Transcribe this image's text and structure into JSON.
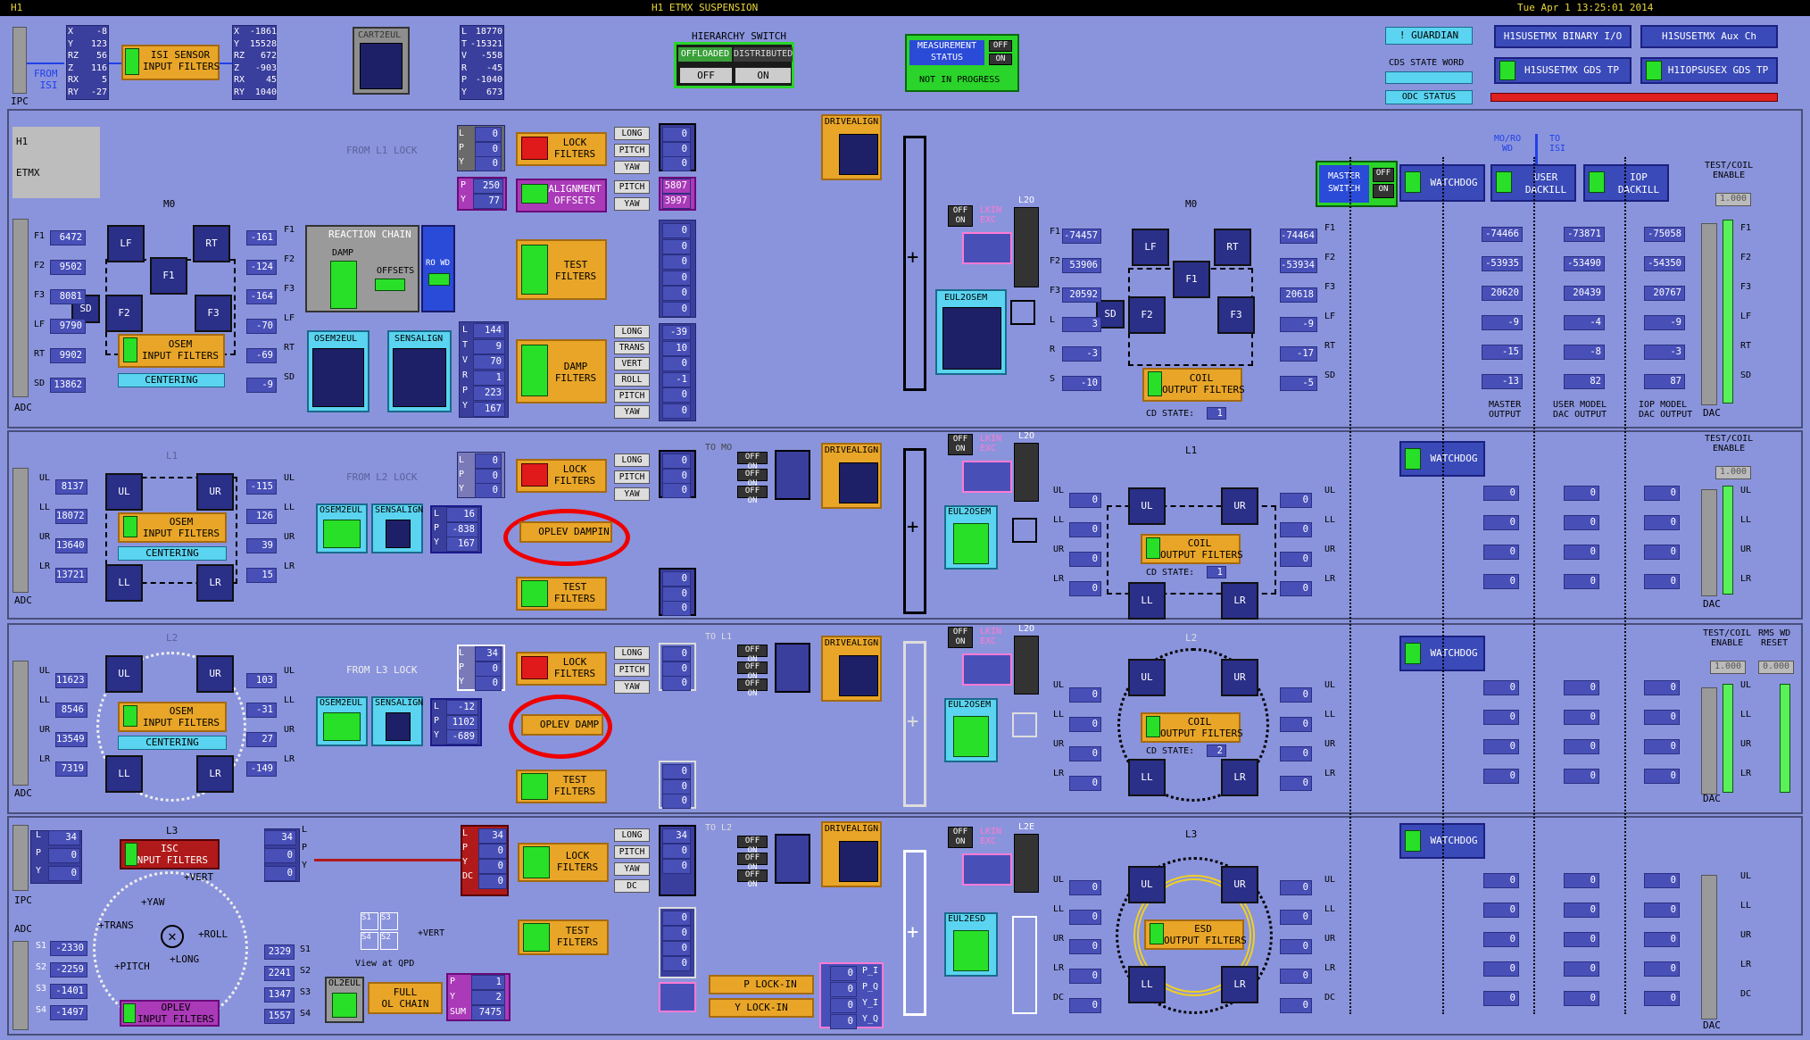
{
  "topbar": {
    "left": "H1",
    "title": "H1 ETMX SUSPENSION",
    "clock": "Tue Apr  1 13:25:01 2014"
  },
  "isi_in": {
    "labels": [
      "X",
      "Y",
      "RZ",
      "Z",
      "RX",
      "RY"
    ],
    "values": [
      "-8",
      "123",
      "56",
      "116",
      "5",
      "-27"
    ],
    "from": "FROM",
    "isi": "ISI",
    "ipc": "IPC",
    "sensor": "ISI SENSOR\nINPUT FILTERS"
  },
  "isi_out": {
    "labels": [
      "X",
      "Y",
      "RZ",
      "Z",
      "RX",
      "RY"
    ],
    "values": [
      "-1861",
      "15528",
      "672",
      "-903",
      "45",
      "1040"
    ]
  },
  "cart2eul": "CART2EUL",
  "cart_out": {
    "labels": [
      "L",
      "T",
      "V",
      "R",
      "P",
      "Y"
    ],
    "values": [
      "18770",
      "-15321",
      "-558",
      "-45",
      "-1040",
      "673"
    ]
  },
  "hier": {
    "title": "HIERARCHY SWITCH",
    "offloaded": "OFFLOADED",
    "distributed": "DISTRIBUTED",
    "off": "OFF",
    "on": "ON"
  },
  "meas": {
    "title": "MEASUREMENT\nSTATUS",
    "status": "NOT IN PROGRESS",
    "off": "OFF",
    "on": "ON"
  },
  "guardian": {
    "guardian": "! GUARDIAN",
    "cds": "CDS STATE WORD",
    "odc": "ODC STATUS",
    "binary": "H1SUSETMX BINARY I/O",
    "aux": "H1SUSETMX Aux Ch",
    "gds1": "H1SUSETMX GDS TP",
    "gds2": "H1IOPSUSEX GDS TP"
  },
  "m0": {
    "h1": "H1",
    "etmx": "ETMX",
    "name": "M0",
    "adc": "ADC",
    "osem_labels": [
      "F1",
      "F2",
      "F3",
      "LF",
      "RT",
      "SD"
    ],
    "osem_vals": [
      "6472",
      "9502",
      "8081",
      "9790",
      "9902",
      "13862"
    ],
    "filter_vals": [
      "-161",
      "-124",
      "-164",
      "-70",
      "-69",
      "-9"
    ],
    "osem_input": "OSEM\nINPUT FILTERS",
    "centering": "CENTERING",
    "reaction": "REACTION CHAIN",
    "damp": "DAMP",
    "offsets": "OFFSETS",
    "ro_wd": "RO WD",
    "osem2eul": "OSEM2EUL",
    "sensalign": "SENSALIGN",
    "eul_labels": [
      "L",
      "T",
      "V",
      "R",
      "P",
      "Y"
    ],
    "eul_vals": [
      "144",
      "9",
      "70",
      "1",
      "223",
      "167"
    ],
    "from_lock": "FROM L1 LOCK",
    "lock": "LOCK\nFILTERS",
    "align": "ALIGNMENT\nOFFSETS",
    "test": "TEST\nFILTERS",
    "dampf": "DAMP\nFILTERS",
    "lpy": [
      "L",
      "P",
      "Y"
    ],
    "lpy_vals": [
      "0",
      "0",
      "0"
    ],
    "py": [
      "P",
      "Y"
    ],
    "py_vals": [
      "250",
      "77"
    ],
    "lock_side": [
      "LONG",
      "PITCH",
      "YAW"
    ],
    "lock_out": [
      "0",
      "0",
      "0"
    ],
    "align_side": [
      "PITCH",
      "YAW"
    ],
    "align_out": [
      "5807",
      "3997"
    ],
    "test_out": [
      "0",
      "0",
      "0",
      "0",
      "0",
      "0"
    ],
    "damp_side": [
      "LONG",
      "TRANS",
      "VERT",
      "ROLL",
      "PITCH",
      "YAW"
    ],
    "damp_out": [
      "-39",
      "10",
      "0",
      "-1",
      "0",
      "0"
    ],
    "drivealign": "DRIVEALIGN",
    "eul2osem": "EUL2OSEM",
    "lkin": "LKIN\nEXC",
    "l2o": "L2O",
    "drv_labels": [
      "F1",
      "F2",
      "F3",
      "L",
      "R",
      "S"
    ],
    "drv_vals": [
      "-74457",
      "53906",
      "20592",
      "3",
      "-3",
      "-10"
    ],
    "coil": "COIL\nOUTPUT FILTERS",
    "cd": "CD STATE:",
    "cd_val": "1",
    "out_labels": [
      "F1",
      "F2",
      "F3",
      "LF",
      "RT",
      "SD"
    ],
    "out_vals": [
      "-74464",
      "-53934",
      "20618",
      "-9",
      "-17",
      "-5"
    ],
    "master_vals": [
      "-74466",
      "-53935",
      "20620",
      "-9",
      "-15",
      "-13"
    ],
    "user_vals": [
      "-73871",
      "-53490",
      "20439",
      "-4",
      "-8",
      "82"
    ],
    "iop_vals": [
      "-75058",
      "-54350",
      "20767",
      "-9",
      "-3",
      "87"
    ],
    "master": "MASTER\nSWITCH",
    "watchdog": "WATCHDOG",
    "userdk": "USER\nDACKILL",
    "iopdk": "IOP\nDACKILL",
    "mo_ro": "MO/RO\nWD",
    "to_isi": "TO\nISI",
    "master_out": "MASTER\nOUTPUT",
    "user_out": "USER MODEL\nDAC OUTPUT",
    "iop_out": "IOP MODEL\nDAC OUTPUT",
    "test_coil": "TEST/COIL\nENABLE",
    "enable_val": "1.000",
    "dac": "DAC",
    "dac_labels": [
      "F1",
      "F2",
      "F3",
      "LF",
      "RT",
      "SD"
    ]
  },
  "l1": {
    "name": "L1",
    "adc": "ADC",
    "osem_labels": [
      "UL",
      "LL",
      "UR",
      "LR"
    ],
    "osem_vals": [
      "8137",
      "18072",
      "13640",
      "13721"
    ],
    "filter_vals": [
      "-115",
      "126",
      "39",
      "15"
    ],
    "eul_vals": [
      "16",
      "-838",
      "167"
    ],
    "lpy_vals": [
      "0",
      "0",
      "0"
    ],
    "lock_out": [
      "0",
      "0",
      "0"
    ],
    "drv_vals": [
      "0",
      "0",
      "0",
      "0"
    ],
    "out_vals": [
      "0",
      "0",
      "0",
      "0"
    ],
    "col_vals": [
      "0",
      "0",
      "0",
      "0"
    ],
    "oplev": "OPLEV DAMPIN",
    "to": "TO MO",
    "from_lock": "FROM L2 LOCK",
    "cd_val": "1"
  },
  "l2": {
    "name": "L2",
    "adc": "ADC",
    "osem_vals": [
      "11623",
      "8546",
      "13549",
      "7319"
    ],
    "filter_vals": [
      "103",
      "-31",
      "27",
      "-149"
    ],
    "eul_vals": [
      "-12",
      "1102",
      "-689"
    ],
    "lpy_vals": [
      "34",
      "0",
      "0"
    ],
    "oplev": "OPLEV DAMP",
    "to": "TO L1",
    "from_lock": "FROM L3 LOCK",
    "cd_val": "2",
    "rms": "RMS WD\nRESET",
    "rms_val": "0.000"
  },
  "l3": {
    "name": "L3",
    "ipc": "IPC",
    "adc": "ADC",
    "isc": "ISC\nINPUT FILTERS",
    "lpy_in": [
      "34",
      "0",
      "0"
    ],
    "lpy_out": [
      "34",
      "0",
      "0"
    ],
    "dc": "DC",
    "lpydc_vals": [
      "34",
      "0",
      "0",
      "0"
    ],
    "lock_out": [
      "34",
      "0",
      "0"
    ],
    "lock_side": [
      "LONG",
      "PITCH",
      "YAW",
      "DC"
    ],
    "qpd_labels": [
      "S1",
      "S2",
      "S3",
      "S4"
    ],
    "qpd_vals": [
      "-2330",
      "-2259",
      "-1401",
      "-1497"
    ],
    "qpd2_vals": [
      "2329",
      "2241",
      "1347",
      "1557"
    ],
    "oplev_in": "OPLEV\nINPUT FILTERS",
    "ol2eul": "OL2EUL",
    "full": "FULL\nOL CHAIN",
    "pysum": [
      "P",
      "Y",
      "SUM"
    ],
    "pysum_vals": [
      "1",
      "2",
      "7475"
    ],
    "view": "View at QPD",
    "vert": "+VERT",
    "yaw": "+YAW",
    "trans": "+TRANS",
    "roll": "+ROLL",
    "pitch": "+PITCH",
    "long": "+LONG",
    "p_lock": "P LOCK-IN",
    "y_lock": "Y LOCK-IN",
    "pi": [
      "P_I",
      "P_Q",
      "Y_I",
      "Y_Q"
    ],
    "lockin_vals": [
      "0",
      "0",
      "0",
      "0"
    ],
    "esd": "ESD\nOUTPUT FILTERS",
    "l2e": "L2E",
    "esd_labels": [
      "UL",
      "LL",
      "UR",
      "LR",
      "DC"
    ],
    "to": "TO L2"
  }
}
